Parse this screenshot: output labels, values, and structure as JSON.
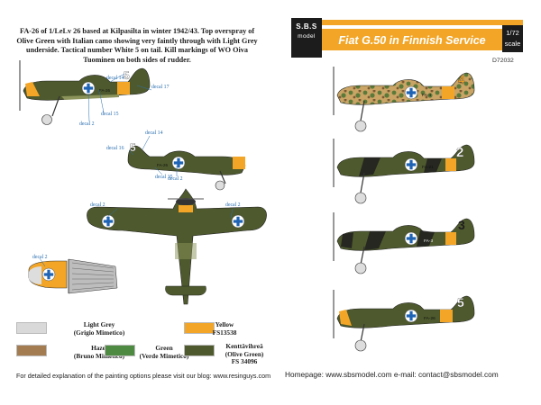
{
  "description": "FA-26 of 1/LeLv 26 based at Kilpasilta in winter 1942/43. Top overspray of Olive Green with Italian camo showing very faintly through with Light Grey underside. Tactical number White 5 on tail. Kill markings of WO Oiva Tuominen on both sides of rudder.",
  "brand": {
    "line1": "S.B.S",
    "line2": "model"
  },
  "title": "Fiat G.50 in Finnish Service",
  "scale": {
    "line1": "1/72",
    "line2": "scale"
  },
  "product_code": "D72032",
  "decals": {
    "d14_top": "decal 14",
    "d17": "decal 17",
    "d15_top": "decal 15",
    "d2_top": "decal 2",
    "d14_mid": "decal 14",
    "d16": "decal 16",
    "d15_mid": "decal 15",
    "d2_mid": "decal 2",
    "d2_wing_left": "decal 2",
    "d2_wing_right": "decal 2",
    "d2_rudder": "decal 2"
  },
  "aircraft_codes": {
    "top": "FA-26",
    "mid": "FA-26",
    "r1": "FA-4",
    "r2": "FA-21",
    "r3": "FA-3",
    "r4": "FA-26"
  },
  "tail_numbers": {
    "top": "5",
    "mid": "5",
    "r1": "4",
    "r2": "2",
    "r3": "3",
    "r4": "5"
  },
  "swatches": [
    {
      "name": "light-grey",
      "label": "Light Grey\n(Grigio Mimetico)",
      "color": "#d9d9d9"
    },
    {
      "name": "yellow",
      "label": "Yellow\nFS13538",
      "color": "#f2a526"
    },
    {
      "name": "hazel",
      "label": "Hazel\n(Bruno Mimetico)",
      "color": "#a47c52"
    },
    {
      "name": "green",
      "label": "Green\n(Verde Mimetico)",
      "color": "#4f8a43"
    },
    {
      "name": "olive",
      "label": "Kenttävihreä\n(Olive Green)\nFS 34096",
      "color": "#4e5a2d"
    }
  ],
  "footer_left": "For detailed explanation of the painting options please visit our blog: www.resinguys.com",
  "footer_right": "Homepage: www.sbsmodel.com    e-mail: contact@sbsmodel.com",
  "colors": {
    "accent": "#f2a526",
    "olive": "#4e5a2d",
    "roundel_blue": "#1e63b4",
    "decal_text": "#2a6fb0"
  }
}
